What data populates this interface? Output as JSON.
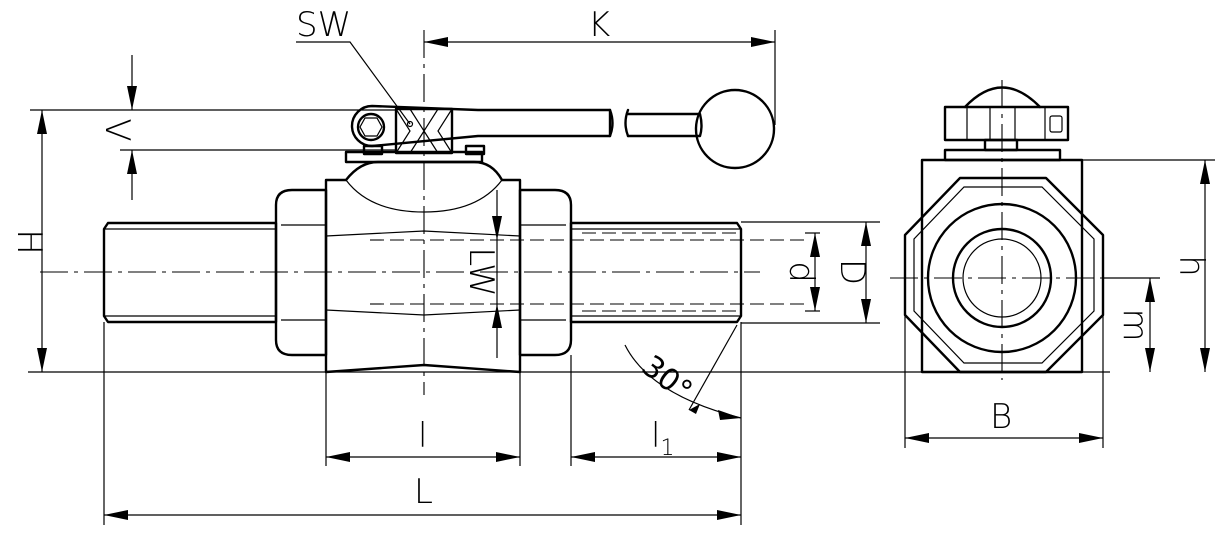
{
  "labels": {
    "SW": "SW",
    "K": "K",
    "V": "V",
    "H": "H",
    "LW": "LW",
    "d": "d",
    "D": "D",
    "h": "h",
    "m": "m",
    "B": "B",
    "l": "l",
    "l1_base": "l",
    "l1_sub": "1",
    "L": "L",
    "angle": "30°"
  }
}
